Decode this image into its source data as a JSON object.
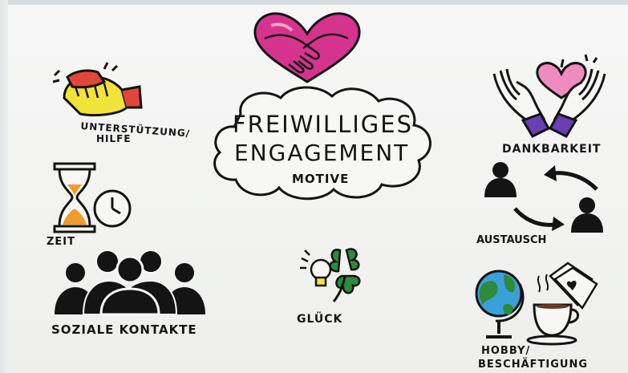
{
  "title": {
    "line1": "FREIWILLIGES",
    "line2": "ENGAGEMENT",
    "subtitle": "MOTIVE"
  },
  "labels": {
    "unterstuetzung_line1": "UNTERSTÜTZUNG/",
    "unterstuetzung_line2": "HILFE",
    "zeit": "ZEIT",
    "soziale_kontakte": "SOZIALE KONTAKTE",
    "glueck": "GLÜCK",
    "dankbarkeit": "DANKBARKEIT",
    "austausch": "AUSTAUSCH",
    "hobby_line1": "HOBBY/",
    "hobby_line2": "BESCHÄFTIGUNG"
  },
  "colors": {
    "heart_pink": "#d6338f",
    "hand_yellow": "#f2e33a",
    "hand_red": "#e0473a",
    "sand_orange": "#f29a2b",
    "clover_green": "#2f8a3c",
    "sleeve_purple": "#6a3fb3",
    "globe_blue": "#3aa0d8",
    "ink": "#141414"
  },
  "icons": [
    "handshake-heart-icon",
    "handshake-icon",
    "hourglass-clock-icon",
    "people-group-icon",
    "lightbulb-clover-icon",
    "hands-heart-icon",
    "exchange-people-icon",
    "globe-cards-coffee-icon"
  ]
}
